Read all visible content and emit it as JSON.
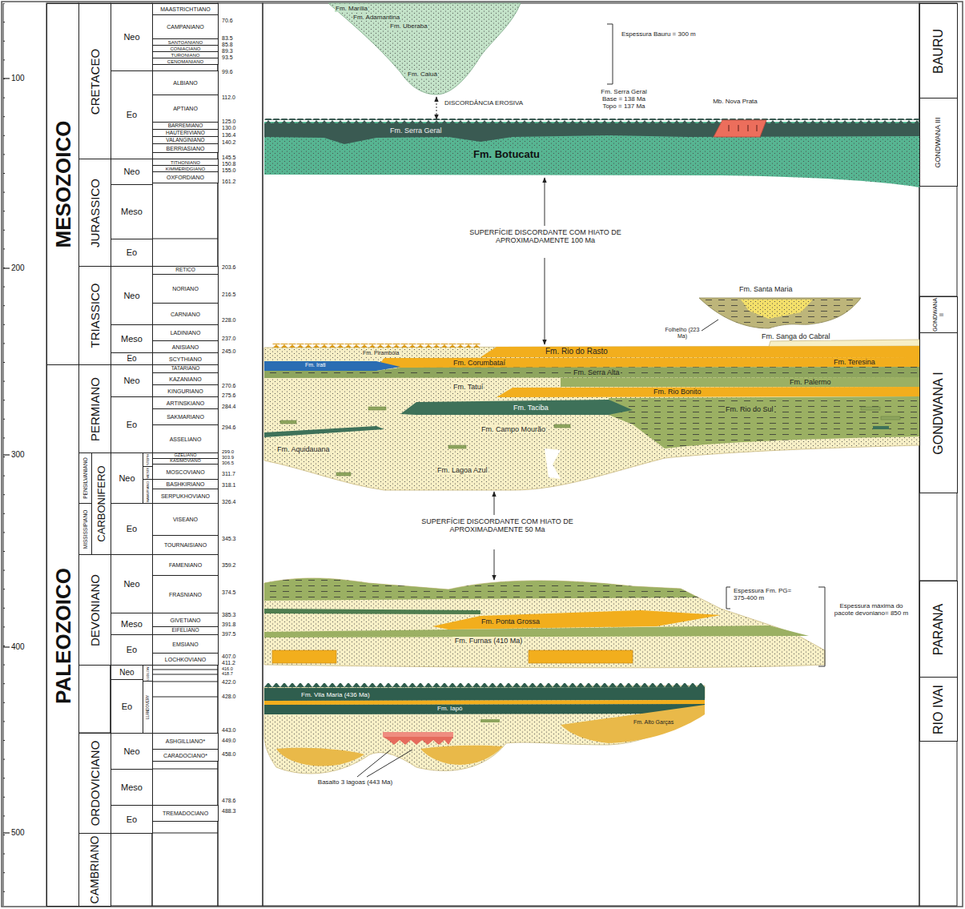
{
  "diagram": {
    "nodes": [
      {
        "text": [
          "MESOZOICO"
        ]
      },
      {
        "text": [
          "PALEOZOICO"
        ]
      },
      {
        "text": [
          "CRETACEO"
        ]
      },
      {
        "text": [
          "JURASSICO"
        ]
      },
      {
        "text": [
          "TRIASSICO"
        ]
      },
      {
        "text": [
          "PERMIANO"
        ]
      },
      {
        "text": [
          "PENSILVANIANO"
        ]
      },
      {
        "text": [
          "MISSISSIPIANO"
        ]
      },
      {
        "text": [
          "CARBONIFERO"
        ]
      },
      {
        "text": [
          "DEVONIANO"
        ]
      },
      {
        "text": [
          "ORDOVICIANO"
        ]
      },
      {
        "text": [
          "CAMBRIANO"
        ]
      },
      {
        "text": [
          "Neo"
        ]
      },
      {
        "text": [
          "Eo"
        ]
      },
      {
        "text": [
          "Neo"
        ]
      },
      {
        "text": [
          "Meso"
        ]
      },
      {
        "text": [
          "Eo"
        ]
      },
      {
        "text": [
          "Neo"
        ]
      },
      {
        "text": [
          "Meso"
        ]
      },
      {
        "text": [
          "Eo"
        ]
      },
      {
        "text": [
          "Neo"
        ]
      },
      {
        "text": [
          "Eo"
        ]
      },
      {
        "text": [
          "Neo"
        ]
      },
      {
        "text": [
          "Eo"
        ]
      },
      {
        "text": [
          "Neo"
        ]
      },
      {
        "text": [
          "Meso"
        ]
      },
      {
        "text": [
          "Eo"
        ]
      },
      {
        "text": [
          "Neo"
        ]
      },
      {
        "text": [
          "Eo"
        ]
      },
      {
        "text": [
          "Neo"
        ]
      },
      {
        "text": [
          "Meso"
        ]
      },
      {
        "text": [
          "Eo"
        ]
      },
      {
        "text": [
          "STEPH"
        ]
      },
      {
        "text": [
          "WESTF."
        ]
      },
      {
        "text": [
          "NAMURIANO"
        ]
      },
      {
        "text": [
          "LUDLOW"
        ]
      },
      {
        "text": [
          "LLANDOVERY"
        ]
      },
      {
        "text": [
          "MAASTRICHTIANO"
        ]
      },
      {
        "text": [
          "CAMPANIANO"
        ]
      },
      {
        "text": [
          "SANTOANIANO"
        ]
      },
      {
        "text": [
          "CONIACIANO"
        ]
      },
      {
        "text": [
          "TURONIANO"
        ]
      },
      {
        "text": [
          "CENOMANIANO"
        ]
      },
      {
        "text": [
          "ALBIANO"
        ]
      },
      {
        "text": [
          "APTIANO"
        ]
      },
      {
        "text": [
          "BARREMIANO"
        ]
      },
      {
        "text": [
          "HAUTERIVIANO"
        ]
      },
      {
        "text": [
          "VALANGINIANO"
        ]
      },
      {
        "text": [
          "BERRIASIANO"
        ]
      },
      {
        "text": [
          "TITHONIANO"
        ]
      },
      {
        "text": [
          "KIMMERIDGIANO"
        ]
      },
      {
        "text": [
          "OXFORDIANO"
        ]
      },
      {
        "text": [
          "RETICO"
        ]
      },
      {
        "text": [
          "NORIANO"
        ]
      },
      {
        "text": [
          "CARNIANO"
        ]
      },
      {
        "text": [
          "LADINIANO"
        ]
      },
      {
        "text": [
          "ANISIANO"
        ]
      },
      {
        "text": [
          "SCYTHIANO"
        ]
      },
      {
        "text": [
          "TATARIANO"
        ]
      },
      {
        "text": [
          "KAZANIANO"
        ]
      },
      {
        "text": [
          "KINGURIANO"
        ]
      },
      {
        "text": [
          "ARTINSKIANO"
        ]
      },
      {
        "text": [
          "SAKMARIANO"
        ]
      },
      {
        "text": [
          "ASSELIANO"
        ]
      },
      {
        "text": [
          "GZELIANO"
        ]
      },
      {
        "text": [
          "KASIMOVIANO"
        ]
      },
      {
        "text": [
          "MOSCOVIANO"
        ]
      },
      {
        "text": [
          "BASHKIRIANO"
        ]
      },
      {
        "text": [
          "SERPUKHOVIANO"
        ]
      },
      {
        "text": [
          "VISEANO"
        ]
      },
      {
        "text": [
          "TOURNAISIANO"
        ]
      },
      {
        "text": [
          "FAMENIANO"
        ]
      },
      {
        "text": [
          "FRASNIANO"
        ]
      },
      {
        "text": [
          "GIVETIANO"
        ]
      },
      {
        "text": [
          "EIFELIANO"
        ]
      },
      {
        "text": [
          "EMSIANO"
        ]
      },
      {
        "text": [
          "LOCHKOVIANO"
        ]
      },
      {
        "text": [
          "ASHGILLIANO*"
        ]
      },
      {
        "text": [
          "CARADOCIANO*"
        ]
      },
      {
        "text": [
          "TREMADOCIANO"
        ]
      },
      {
        "text": [
          "BAURU"
        ]
      },
      {
        "text": [
          "GONDWANA III"
        ]
      },
      {
        "text": [
          "GONDWANA II"
        ]
      },
      {
        "text": [
          "GONDWANA I"
        ]
      },
      {
        "text": [
          "PARANA"
        ]
      },
      {
        "text": [
          "RIO IVAI"
        ]
      }
    ],
    "labels": [
      "100",
      "200",
      "300",
      "400",
      "500",
      "70.6",
      "83.5",
      "85.8",
      "89.3",
      "93.5",
      "99.6",
      "112.0",
      "125.0",
      "130.0",
      "136.4",
      "140.2",
      "145.5",
      "150.8",
      "155.0",
      "161.2",
      "203.6",
      "216.5",
      "228.0",
      "237.0",
      "245.0",
      "270.6",
      "275.6",
      "284.4",
      "294.6",
      "299.0",
      "303.9",
      "306.5",
      "311.7",
      "318.1",
      "326.4",
      "345.3",
      "359.2",
      "374.5",
      "385.3",
      "391.8",
      "397.5",
      "407.0",
      "411.2",
      "416.0",
      "418.7",
      "422.0",
      "428.0",
      "443.0",
      "449.0",
      "458.0",
      "478.6",
      "488.3",
      "Fm. Marília",
      "Fm. Adamantina",
      "Fm. Uberaba",
      "Fm. Caiuá",
      "Espessura Bauru = 300 m",
      "DISCORDÂNCIA EROSIVA",
      "Fm. Serra Geral Base = 138 Ma Topo = 137 Ma",
      "Mb. Nova Prata",
      "Fm. Serra Geral",
      "Fm. Botucatu",
      "SUPERFÍCIE DISCORDANTE COM HIATO DE APROXIMADAMENTE 100 Ma",
      "Fm. Santa Maria",
      "Folhelho (223 Ma)",
      "Fm. Sanga do Cabral",
      "Fm. Pirambóia",
      "Fm. Rio do Rasto",
      "Fm. Corumbataí",
      "Fm. Teresina",
      "Fm. Irati",
      "Fm. Serra Alta",
      "Fm. Palermo",
      "Fm. Tatuí",
      "Fm. Rio Bonito",
      "Fm. Taciba",
      "Fm. Rio do Sul",
      "Fm. Campo Mourão",
      "Fm. Aquidauana",
      "Fm. Lagoa Azul",
      "SUPERFÍCIE DISCORDANTE COM HIATO DE APROXIMADAMENTE 50 Ma",
      "Espessura Fm. PG= 375-400 m",
      "Espessura máxima do pacote devoniano= 850 m",
      "Fm. Ponta Grossa",
      "Fm. Furnas (410 Ma)",
      "Fm. Vila Maria (436 Ma)",
      "Fm. Iapó",
      "Fm. Alto Garças",
      "Basalto 3 lagoas (443 Ma)"
    ]
  }
}
